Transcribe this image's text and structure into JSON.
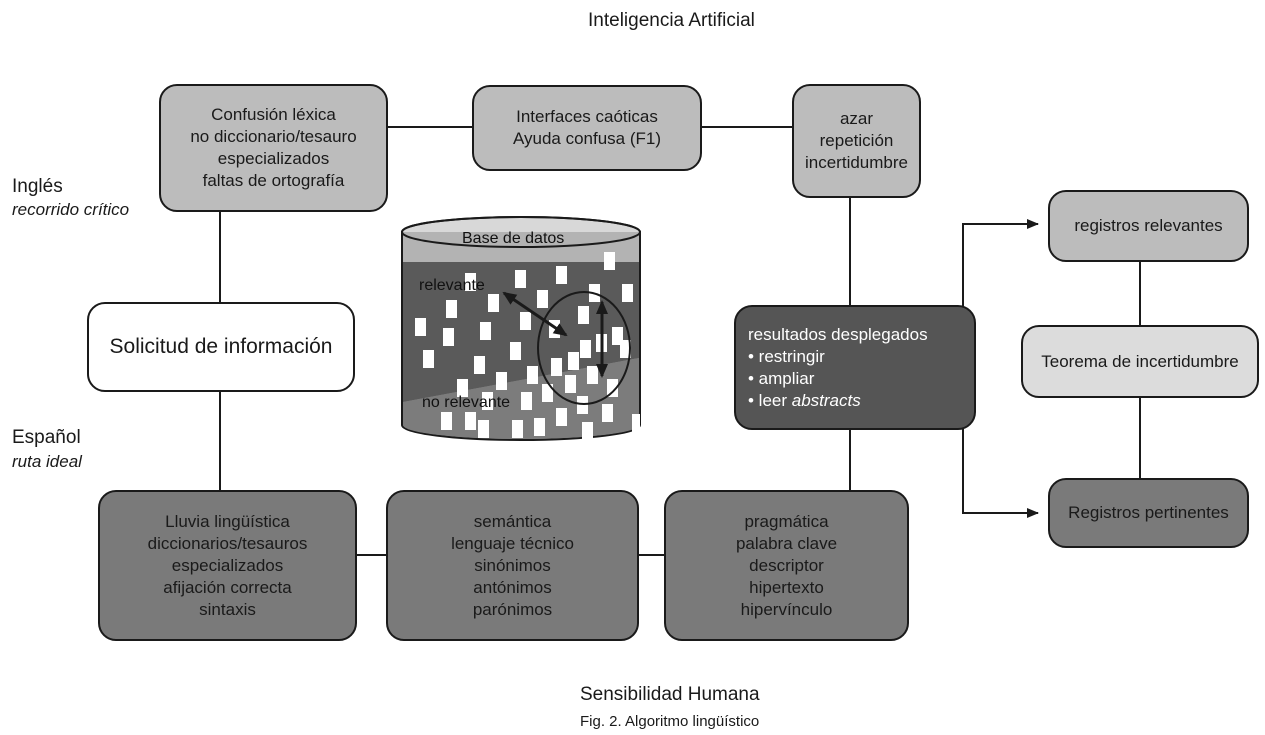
{
  "title_top": "Inteligencia Artificial",
  "title_bottom": "Sensibilidad Humana",
  "caption": "Fig. 2. Algoritmo lingüístico",
  "left_labels": {
    "ingles": "Inglés",
    "ingles_sub": "recorrido crítico",
    "espanol": "Español",
    "espanol_sub": "ruta ideal"
  },
  "boxes": {
    "confusion": [
      "Confusión léxica",
      "no diccionario/tesauro",
      "especializados",
      "faltas de ortografía"
    ],
    "interfaces": [
      "Interfaces caóticas",
      "Ayuda confusa (F1)"
    ],
    "azar": [
      "azar",
      "repetición",
      "incertidumbre"
    ],
    "solicitud": "Solicitud de información",
    "resultados": {
      "title": "resultados desplegados",
      "items": [
        "• restringir",
        "• ampliar",
        "• leer "
      ],
      "italic_suffix": "abstracts"
    },
    "lluvia": [
      "Lluvia lingüística",
      "diccionarios/tesauros",
      "especializados",
      "afijación correcta",
      "sintaxis"
    ],
    "semantica": [
      "semántica",
      "lenguaje técnico",
      "sinónimos",
      "antónimos",
      "parónimos"
    ],
    "pragmatica": [
      "pragmática",
      "palabra clave",
      "descriptor",
      "hipertexto",
      "hipervínculo"
    ],
    "relevantes": "registros relevantes",
    "teorema": "Teorema de incertidumbre",
    "pertinentes": "Registros pertinentes"
  },
  "database": {
    "title": "Base de datos",
    "relevante": "relevante",
    "no_relevante": "no relevante"
  }
}
